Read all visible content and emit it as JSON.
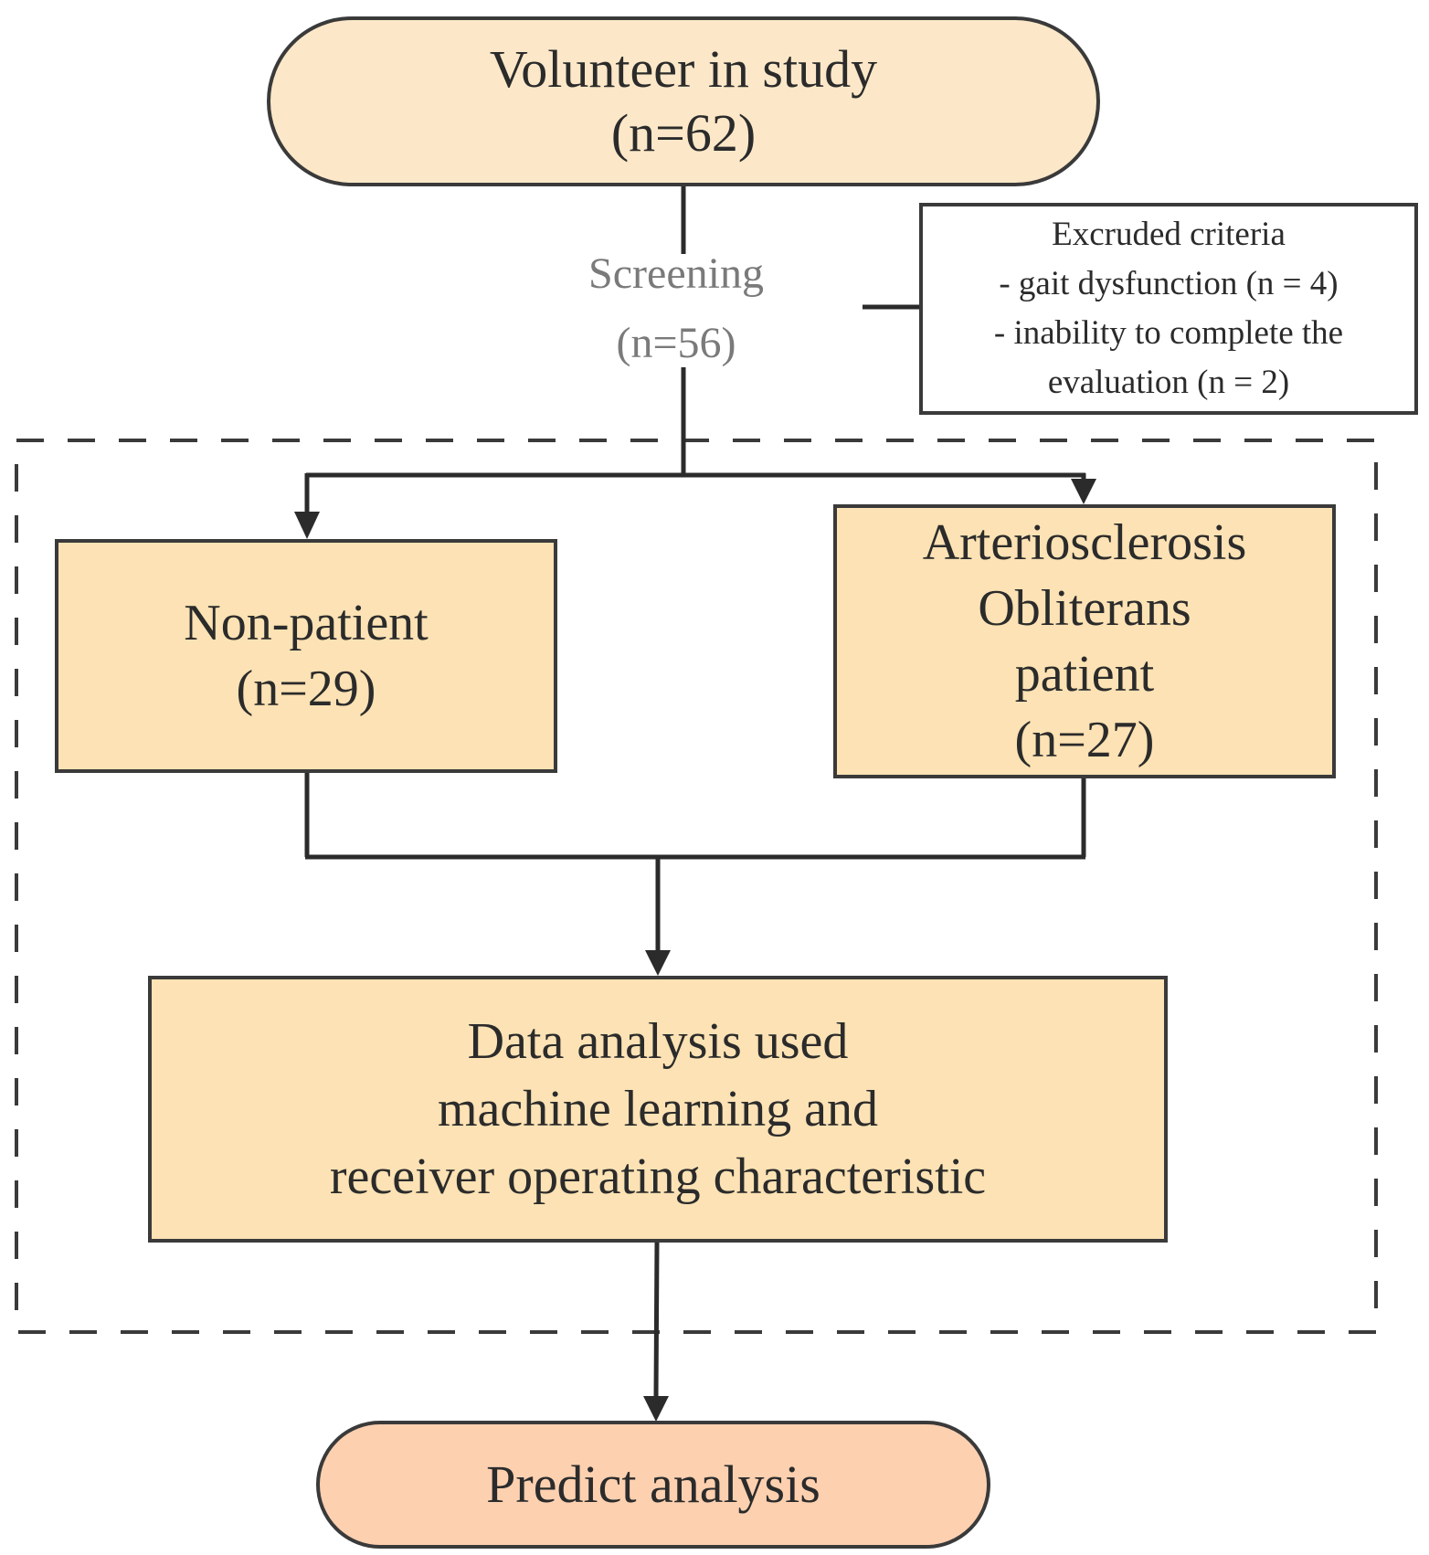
{
  "nodes": {
    "volunteer": [
      "Volunteer in study",
      "(n=62)"
    ],
    "screening": [
      "Screening",
      "(n=56)"
    ],
    "excluded": [
      "Excruded criteria",
      "- gait dysfunction (n = 4)",
      "- inability to complete the",
      "evaluation (n = 2)"
    ],
    "non_patient": [
      "Non-patient",
      "(n=29)"
    ],
    "aso_patient": [
      "Arteriosclerosis",
      "Obliterans",
      "patient",
      "(n=27)"
    ],
    "analysis": [
      "Data analysis used",
      "machine learning and",
      "receiver operating characteristic"
    ],
    "predict": [
      "Predict analysis"
    ]
  },
  "colors": {
    "start_fill": "#fce8c8",
    "box_fill": "#fce2b4",
    "end_fill": "#fdd0b0",
    "stroke": "#3a3a3a",
    "screening_text": "#7a7a7a"
  }
}
